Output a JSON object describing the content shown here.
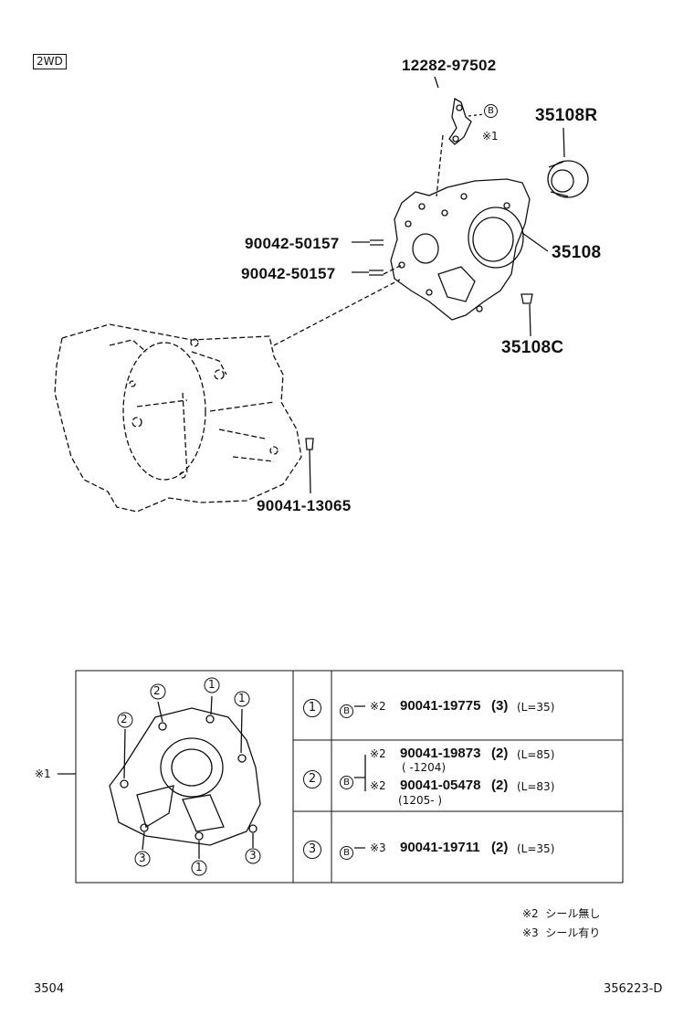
{
  "variant_badge": "2WD",
  "parts": {
    "p_12282": "12282-97502",
    "p_35108R": "35108R",
    "p_35108": "35108",
    "p_35108C": "35108C",
    "p_90042_a": "90042-50157",
    "p_90042_b": "90042-50157",
    "p_90041_13065": "90041-13065"
  },
  "bracket_refs": {
    "b_label": "B",
    "note_ref": "※1"
  },
  "table": {
    "row_ref": "※1",
    "rows": [
      {
        "circle": "1",
        "lines": [
          {
            "prefix": "※2",
            "part": "90041-19775",
            "qty": "(3)",
            "len": "(L=35)",
            "range": ""
          }
        ]
      },
      {
        "circle": "2",
        "lines": [
          {
            "prefix": "※2",
            "part": "90041-19873",
            "qty": "(2)",
            "len": "(L=85)",
            "range": "(        -1204)"
          },
          {
            "prefix": "※2",
            "part": "90041-05478",
            "qty": "(2)",
            "len": "(L=83)",
            "range": "(1205-        )"
          }
        ]
      },
      {
        "circle": "3",
        "lines": [
          {
            "prefix": "※3",
            "part": "90041-19711",
            "qty": "(2)",
            "len": "(L=35)",
            "range": ""
          }
        ]
      }
    ],
    "bolt_labels": [
      "2",
      "1",
      "1",
      "2",
      "3",
      "1",
      "3"
    ]
  },
  "notes": [
    {
      "mark": "※2",
      "text": "シール無し"
    },
    {
      "mark": "※3",
      "text": "シール有り"
    }
  ],
  "footer": {
    "page": "3504",
    "code": "356223-D"
  }
}
